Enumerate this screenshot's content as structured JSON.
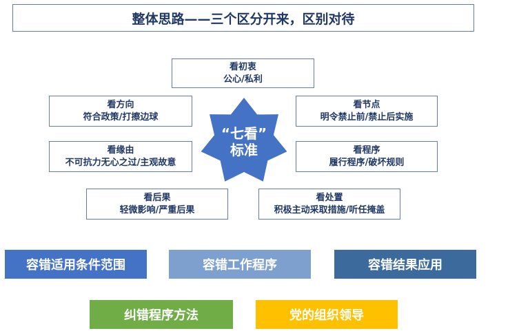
{
  "title": "整体思路——三个区分开来，区别对待",
  "criteria": [
    {
      "head": "看初衷",
      "detail": "公心/私利"
    },
    {
      "head": "看方向",
      "detail": "符合政策/打擦边球"
    },
    {
      "head": "看节点",
      "detail": "明令禁止前/禁止后实施"
    },
    {
      "head": "看缘由",
      "detail": "不可抗力无心之过/主观故意"
    },
    {
      "head": "看程序",
      "detail": "履行程序/破坏规则"
    },
    {
      "head": "看后果",
      "detail": "轻微影响/严重后果"
    },
    {
      "head": "看处置",
      "detail": "积极主动采取措施/听任掩盖"
    }
  ],
  "center": {
    "line1": "“七看”",
    "line2": "标准"
  },
  "bars": [
    {
      "label": "容错适用条件范围",
      "color": "#4472c4"
    },
    {
      "label": "容错工作程序",
      "color": "#7da0cf"
    },
    {
      "label": "容错结果应用",
      "color": "#3c6a9c"
    },
    {
      "label": "纠错程序方法",
      "color": "#70ad47"
    },
    {
      "label": "党的组织领导",
      "color": "#ffc000"
    }
  ],
  "colors": {
    "star": "#4472c4",
    "border": "#5b7fb5",
    "text": "#1f3864"
  }
}
